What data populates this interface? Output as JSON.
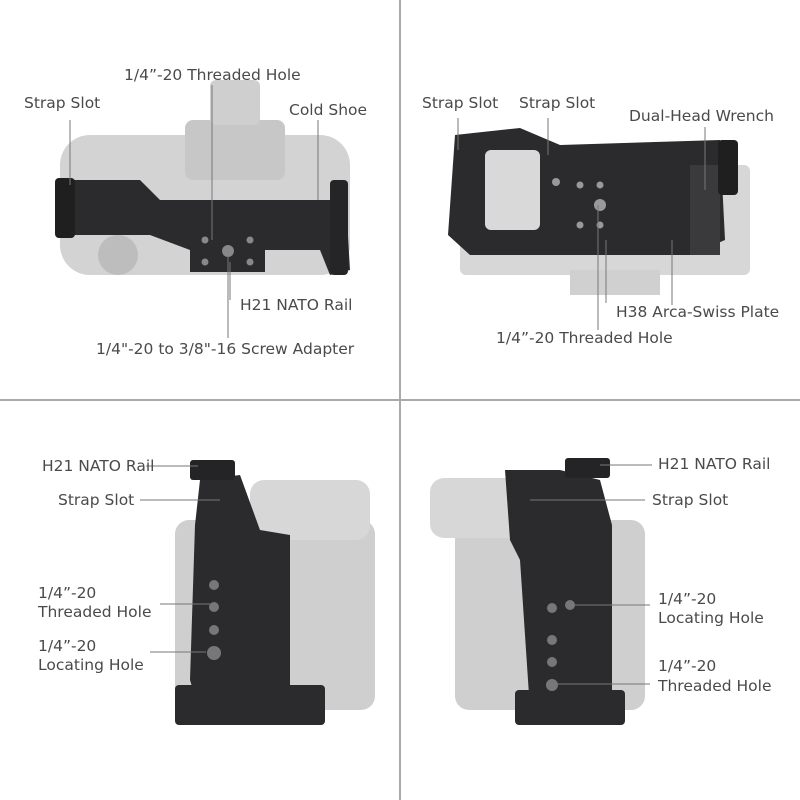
{
  "panels": [
    {
      "view": "top",
      "labels": {
        "strap_slot": "Strap Slot",
        "threaded_hole": "1/4”-20 Threaded Hole",
        "cold_shoe": "Cold Shoe",
        "nato_rail": "H21 NATO Rail",
        "screw_adapter": "1/4\"-20 to 3/8\"-16 Screw Adapter"
      }
    },
    {
      "view": "bottom",
      "labels": {
        "strap_slot_left": "Strap Slot",
        "strap_slot_right": "Strap Slot",
        "wrench": "Dual-Head Wrench",
        "arca_plate": "H38 Arca-Swiss Plate",
        "threaded_hole": "1/4”-20 Threaded Hole"
      }
    },
    {
      "view": "left-side",
      "labels": {
        "nato_rail": "H21 NATO Rail",
        "strap_slot": "Strap Slot",
        "threaded_hole_1": "1/4”-20",
        "threaded_hole_2": "Threaded Hole",
        "locating_hole_1": "1/4”-20",
        "locating_hole_2": "Locating Hole"
      }
    },
    {
      "view": "right-side",
      "labels": {
        "nato_rail": "H21 NATO Rail",
        "strap_slot": "Strap Slot",
        "locating_hole_1": "1/4”-20",
        "locating_hole_2": "Locating Hole",
        "threaded_hole_1": "1/4”-20",
        "threaded_hole_2": "Threaded Hole"
      }
    }
  ],
  "colors": {
    "divider": "#aaaaaa",
    "text": "#4a4a4a",
    "cage": "#2b2b2d",
    "camera": "#c9c9c9"
  }
}
